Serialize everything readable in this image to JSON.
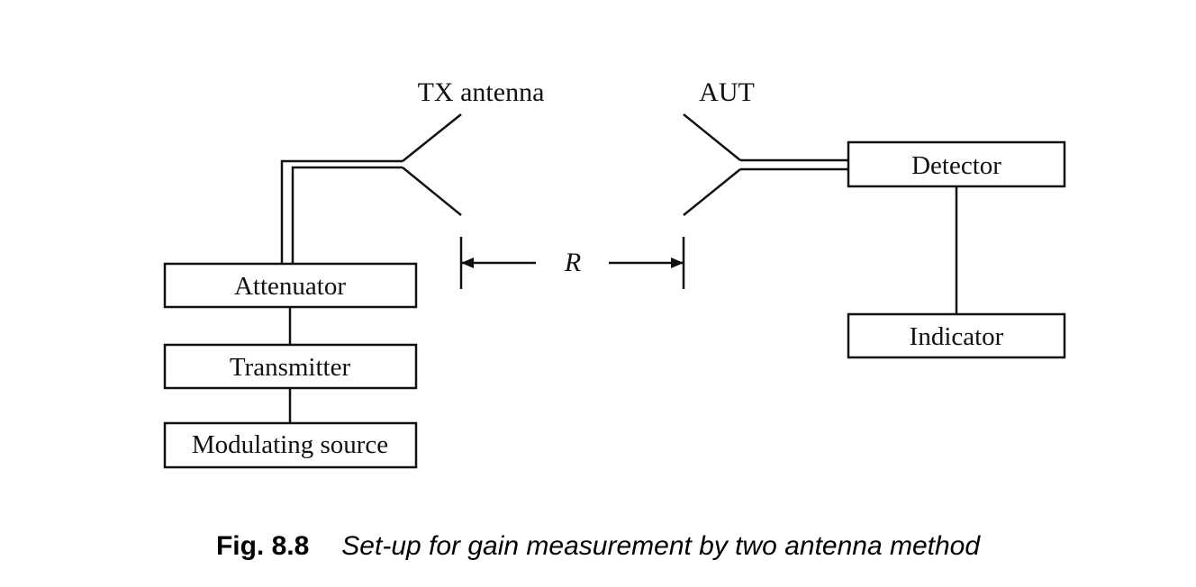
{
  "diagram": {
    "blocks": {
      "attenuator": "Attenuator",
      "transmitter": "Transmitter",
      "modulating_source": "Modulating source",
      "detector": "Detector",
      "indicator": "Indicator"
    },
    "labels": {
      "tx_antenna": "TX antenna",
      "aut": "AUT",
      "distance": "R"
    }
  },
  "caption": {
    "figure_number": "Fig. 8.8",
    "title": "Set-up for gain measurement by two antenna method"
  }
}
